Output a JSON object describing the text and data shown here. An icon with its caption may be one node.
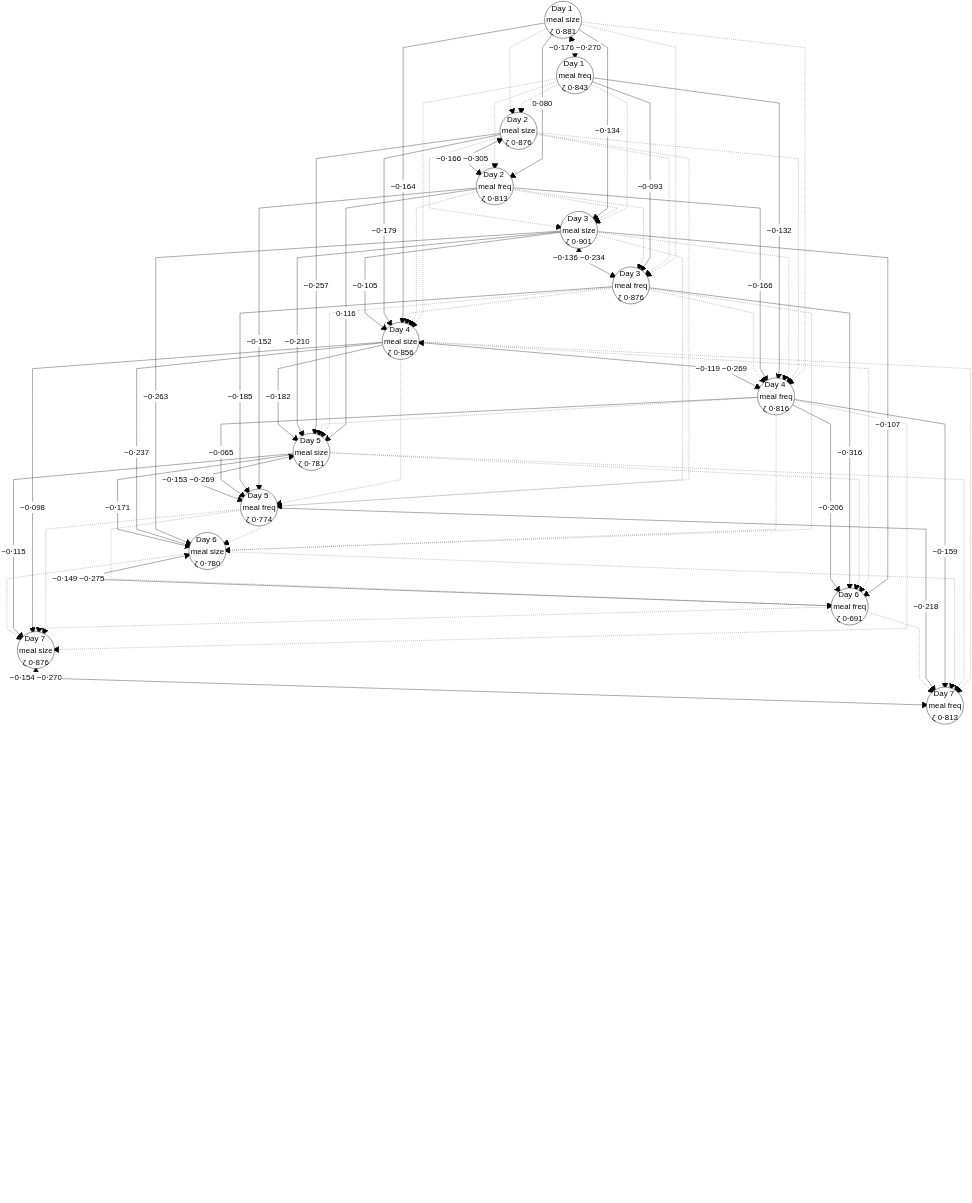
{
  "diagram": {
    "nodes": [
      {
        "text": [
          "Day 1 meal size",
          "ζ 0·881"
        ]
      },
      {
        "text": [
          "Day 1 meal freq",
          "ζ 0·843"
        ]
      },
      {
        "text": [
          "Day 2 meal size",
          "ζ 0·876"
        ]
      },
      {
        "text": [
          "Day 2 meal freq",
          "ζ 0·813"
        ]
      },
      {
        "text": [
          "Day 3 meal size",
          "ζ 0·901"
        ]
      },
      {
        "text": [
          "Day 3 meal freq",
          "ζ 0·876"
        ]
      },
      {
        "text": [
          "Day 4 meal size",
          "ζ 0·856"
        ]
      },
      {
        "text": [
          "Day 4 meal freq",
          "ζ 0·816"
        ]
      },
      {
        "text": [
          "Day 5 meal size",
          "ζ 0·781"
        ]
      },
      {
        "text": [
          "Day 5 meal freq",
          "ζ 0·774"
        ]
      },
      {
        "text": [
          "Day 6 meal size",
          "ζ 0·780"
        ]
      },
      {
        "text": [
          "Day 6 meal freq",
          "ζ 0·691"
        ]
      },
      {
        "text": [
          "Day 7 meal size",
          "ζ 0·876"
        ]
      },
      {
        "text": [
          "Day 7 meal freq",
          "ζ 0·813"
        ]
      }
    ],
    "edges": [
      {
        "from": 0,
        "to": 1,
        "arrow": "both",
        "label": "−0·176 −0·270"
      },
      {
        "from": 2,
        "to": 3,
        "arrow": "both",
        "label": "−0·166 −0·305"
      },
      {
        "from": 4,
        "to": 5,
        "arrow": "both",
        "label": "−0·136 −0·234"
      },
      {
        "from": 6,
        "to": 7,
        "arrow": "both",
        "label": "−0·119 −0·269"
      },
      {
        "from": 8,
        "to": 9,
        "arrow": "both",
        "label": "−0·153 −0·269"
      },
      {
        "from": 10,
        "to": 11,
        "arrow": "both",
        "label": "−0·149 −0·275"
      },
      {
        "from": 12,
        "to": 13,
        "arrow": "both",
        "label": "−0·154 −0·270"
      },
      {
        "from": 0,
        "to": 2,
        "arrow": "to",
        "style": "dashed"
      },
      {
        "from": 2,
        "to": 4,
        "arrow": "to",
        "style": "dashed"
      },
      {
        "from": 4,
        "to": 6,
        "arrow": "to",
        "label": "−0·105"
      },
      {
        "from": 6,
        "to": 8,
        "arrow": "to",
        "label": "−0·182"
      },
      {
        "from": 8,
        "to": 10,
        "arrow": "to",
        "label": "−0·171"
      },
      {
        "from": 10,
        "to": 12,
        "arrow": "to",
        "style": "dashed"
      },
      {
        "from": 1,
        "to": 3,
        "arrow": "to",
        "style": "dashed"
      },
      {
        "from": 3,
        "to": 5,
        "arrow": "to",
        "style": "dashed"
      },
      {
        "from": 5,
        "to": 7,
        "arrow": "to",
        "style": "dashed"
      },
      {
        "from": 7,
        "to": 9,
        "arrow": "to",
        "label": "−0·065"
      },
      {
        "from": 9,
        "to": 11,
        "arrow": "to",
        "style": "dashed"
      },
      {
        "from": 11,
        "to": 13,
        "arrow": "to",
        "style": "dashed"
      },
      {
        "from": 0,
        "to": 4,
        "arrow": "to",
        "label": "−0·134"
      },
      {
        "from": 2,
        "to": 6,
        "arrow": "to",
        "label": "−0·179"
      },
      {
        "from": 4,
        "to": 8,
        "arrow": "to",
        "label": "−0·210"
      },
      {
        "from": 6,
        "to": 10,
        "arrow": "to",
        "label": "−0·237"
      },
      {
        "from": 8,
        "to": 12,
        "arrow": "to",
        "label": "−0·115"
      },
      {
        "from": 0,
        "to": 6,
        "arrow": "to",
        "label": "−0·164"
      },
      {
        "from": 2,
        "to": 8,
        "arrow": "to",
        "label": "−0·257"
      },
      {
        "from": 4,
        "to": 10,
        "arrow": "to",
        "label": "−0·263"
      },
      {
        "from": 6,
        "to": 12,
        "arrow": "to",
        "label": "−0·098"
      },
      {
        "from": 1,
        "to": 5,
        "arrow": "to",
        "label": "−0·093"
      },
      {
        "from": 3,
        "to": 7,
        "arrow": "to",
        "label": "−0·166"
      },
      {
        "from": 5,
        "to": 9,
        "arrow": "to",
        "label": "−0·185"
      },
      {
        "from": 7,
        "to": 11,
        "arrow": "to",
        "label": "−0·206"
      },
      {
        "from": 9,
        "to": 13,
        "arrow": "to",
        "label": "−0·218"
      },
      {
        "from": 1,
        "to": 7,
        "arrow": "to",
        "label": "−0·132"
      },
      {
        "from": 3,
        "to": 9,
        "arrow": "to",
        "label": "−0·152"
      },
      {
        "from": 5,
        "to": 11,
        "arrow": "to",
        "label": "−0·316"
      },
      {
        "from": 7,
        "to": 13,
        "arrow": "to",
        "label": "−0·159"
      },
      {
        "from": 0,
        "to": 3,
        "arrow": "to",
        "label": "0·080"
      },
      {
        "from": 2,
        "to": 5,
        "arrow": "to",
        "style": "dashed"
      },
      {
        "from": 4,
        "to": 7,
        "arrow": "to",
        "style": "dashed"
      },
      {
        "from": 6,
        "to": 9,
        "arrow": "to",
        "style": "dashed"
      },
      {
        "from": 8,
        "to": 11,
        "arrow": "to",
        "style": "dashed"
      },
      {
        "from": 10,
        "to": 13,
        "arrow": "to",
        "style": "dashed"
      },
      {
        "from": 0,
        "to": 5,
        "arrow": "to",
        "style": "dashed"
      },
      {
        "from": 2,
        "to": 7,
        "arrow": "to",
        "style": "dashed"
      },
      {
        "from": 4,
        "to": 9,
        "arrow": "to",
        "style": "dashed"
      },
      {
        "from": 6,
        "to": 11,
        "arrow": "to",
        "style": "dashed"
      },
      {
        "from": 8,
        "to": 13,
        "arrow": "to",
        "style": "dashed"
      },
      {
        "from": 0,
        "to": 7,
        "arrow": "to",
        "style": "dashed"
      },
      {
        "from": 2,
        "to": 9,
        "arrow": "to",
        "style": "dashed"
      },
      {
        "from": 4,
        "to": 11,
        "arrow": "to",
        "label": "−0·107"
      },
      {
        "from": 6,
        "to": 13,
        "arrow": "to",
        "style": "dashed"
      },
      {
        "from": 1,
        "to": 2,
        "arrow": "to",
        "style": "dashed"
      },
      {
        "from": 3,
        "to": 4,
        "arrow": "to",
        "style": "dashed"
      },
      {
        "from": 5,
        "to": 6,
        "arrow": "to",
        "style": "dashed"
      },
      {
        "from": 7,
        "to": 8,
        "arrow": "to",
        "style": "dashed"
      },
      {
        "from": 9,
        "to": 10,
        "arrow": "to",
        "style": "dashed"
      },
      {
        "from": 11,
        "to": 12,
        "arrow": "to",
        "style": "dashed"
      },
      {
        "from": 1,
        "to": 4,
        "arrow": "to",
        "style": "dashed"
      },
      {
        "from": 3,
        "to": 6,
        "arrow": "to",
        "style": "dashed"
      },
      {
        "from": 5,
        "to": 8,
        "arrow": "to",
        "style": "dashed"
      },
      {
        "from": 7,
        "to": 10,
        "arrow": "to",
        "style": "dashed"
      },
      {
        "from": 9,
        "to": 12,
        "arrow": "to",
        "style": "dashed"
      },
      {
        "from": 1,
        "to": 6,
        "arrow": "to",
        "style": "dashed"
      },
      {
        "from": 3,
        "to": 8,
        "arrow": "to",
        "label": "0·116"
      },
      {
        "from": 5,
        "to": 10,
        "arrow": "to",
        "style": "dashed"
      },
      {
        "from": 7,
        "to": 12,
        "arrow": "to",
        "style": "dashed"
      }
    ]
  }
}
